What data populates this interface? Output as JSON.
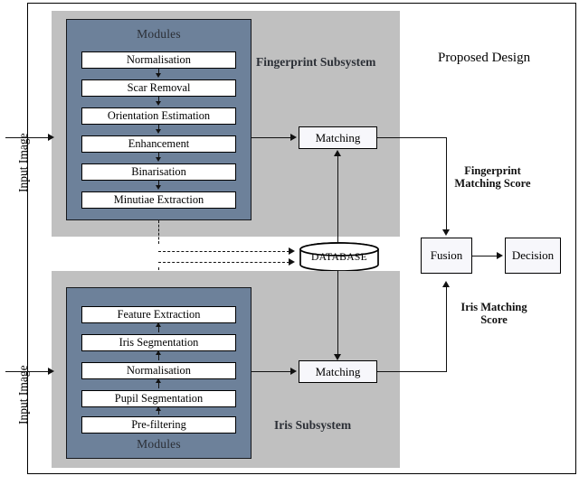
{
  "diagram": {
    "title": "Proposed Design",
    "colors": {
      "panel_gray": "#c0c0c0",
      "module_slate": "#6d819a",
      "box_white": "#ffffff",
      "box_offwhite": "#f7f7fb",
      "stroke": "#000000",
      "subsystem_label": "#2b2f36"
    }
  },
  "fingerprint": {
    "subsystem_label": "Fingerprint Subsystem",
    "modules_label": "Modules",
    "input_label": "Input Image",
    "steps": [
      "Normalisation",
      "Scar Removal",
      "Orientation Estimation",
      "Enhancement",
      "Binarisation",
      "Minutiae Extraction"
    ],
    "matching_label": "Matching",
    "score_label": "Fingerprint Matching Score"
  },
  "iris": {
    "subsystem_label": "Iris Subsystem",
    "modules_label": "Modules",
    "input_label": "Input Image",
    "steps": [
      "Feature Extraction",
      "Iris Segmentation",
      "Normalisation",
      "Pupil Segmentation",
      "Pre-filtering"
    ],
    "matching_label": "Matching",
    "score_label": "Iris Matching Score"
  },
  "shared": {
    "database_label": "DATABASE",
    "fusion_label": "Fusion",
    "decision_label": "Decision"
  }
}
